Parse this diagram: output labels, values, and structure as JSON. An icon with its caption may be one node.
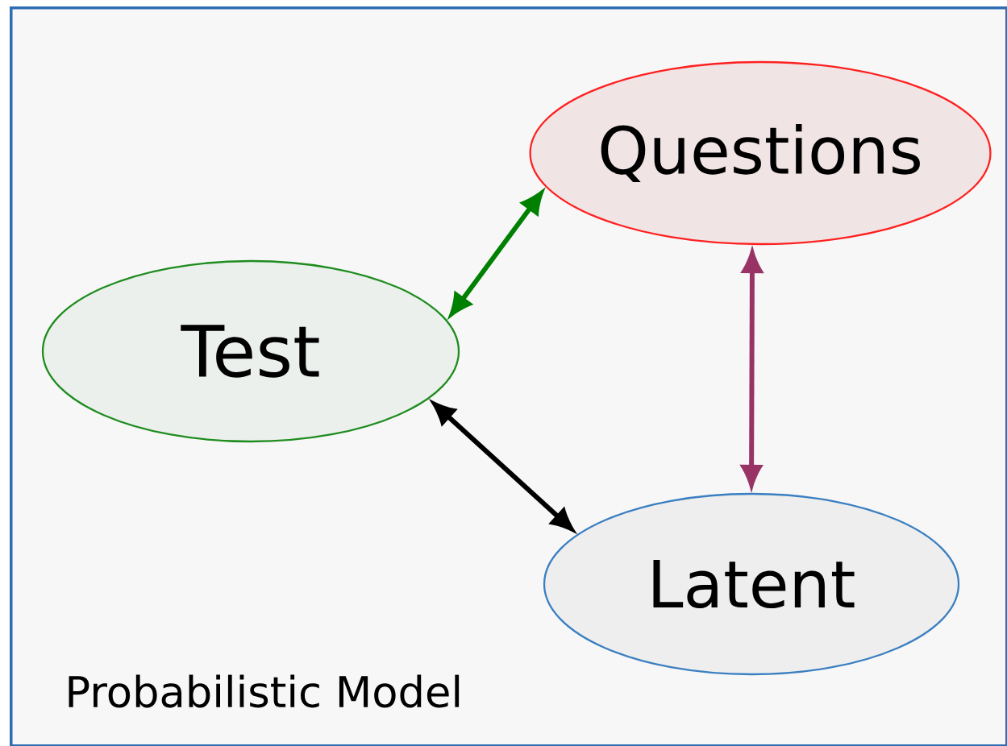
{
  "diagram": {
    "nodes": [
      {
        "text": [
          "Probabilistic Model"
        ]
      },
      {
        "text": [
          "Questions"
        ],
        "in": 0
      },
      {
        "text": [
          "Test"
        ],
        "in": 0
      },
      {
        "text": [
          "Latent"
        ],
        "in": 0
      }
    ],
    "edges": [
      {
        "from": 2,
        "to": 1,
        "arrow": "both",
        "color": "#008000"
      },
      {
        "from": 1,
        "to": 3,
        "arrow": "both",
        "color": "#993366"
      },
      {
        "from": 2,
        "to": 3,
        "arrow": "both",
        "color": "#000000"
      }
    ]
  }
}
